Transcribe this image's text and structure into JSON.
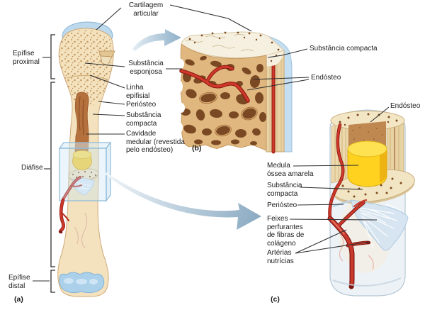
{
  "labels": {
    "cartilagem_articular": "Cartilagem\narticular",
    "epifise_proximal": "Epífise\nproximal",
    "substancia_esponjosa": "Substância\nesponjosa",
    "linha_epifisial": "Linha\nepifisial",
    "periosteo_a": "Periósteo",
    "substancia_compacta_a": "Substância\ncompacta",
    "cavidade_medular": "Cavidade\nmedular (revestida\npelo endósteo)",
    "diafise": "Diáfise",
    "epifise_distal": "Epífise\ndistal",
    "letter_a": "(a)",
    "letter_b": "(b)",
    "letter_c": "(c)",
    "b_substancia_compacta": "Substância compacta",
    "b_endosteo": "Endósteo",
    "c_endosteo": "Endósteo",
    "medula_ossea_amarela": "Medula\nóssea amarela",
    "substancia_compacta_c": "Substância\ncompacta",
    "periosteo_c": "Periósteo",
    "feixes_perfurantes": "Feixes\nperfurantes\nde fibras de\ncolágeno",
    "arterias_nutricias": "Artérias\nnutrícias"
  },
  "colors": {
    "background": "#ffffff",
    "label_text": "#1c1c1c",
    "leader_line": "#2f2f2f",
    "bone_cream": "#f3e2bd",
    "spongy_stipple": "#bd8d52",
    "cartilage_blue": "#bcd9ed",
    "medulla_brown": "#b5713d",
    "marrow_yellow": "#fed21f",
    "artery_red": "#c1271d",
    "arrow_blue": "#8fb0c8",
    "trabecular_tan": "#e0b77f",
    "periosteum_blue": "#d6e5f2"
  }
}
